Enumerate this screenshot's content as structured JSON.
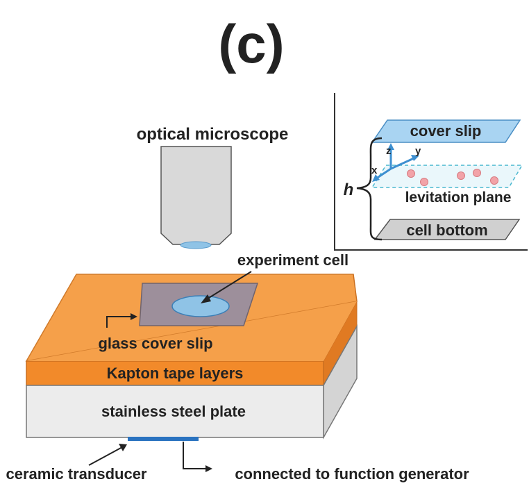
{
  "figure": {
    "panel_label": "(c)"
  },
  "labels": {
    "microscope": "optical microscope",
    "experiment_cell": "experiment cell",
    "glass_cover_slip": "glass cover slip",
    "kapton": "Kapton tape layers",
    "steel": "stainless steel plate",
    "transducer": "ceramic transducer",
    "generator": "connected to function generator"
  },
  "inset": {
    "cover_slip": "cover slip",
    "levitation_plane": "levitation plane",
    "cell_bottom": "cell bottom",
    "height": "h",
    "axis_x": "x",
    "axis_y": "y",
    "axis_z": "z"
  },
  "colors": {
    "kapton_top": "#f5a04a",
    "kapton_front": "#f28a2a",
    "steel_front": "#e9e9e9",
    "steel_side": "#d8d8d8",
    "cover_slip": "#9d8f9b",
    "cell": "#8fc3e6",
    "transducer": "#2a73c0",
    "inset_slip": "#a9d4f2",
    "axis": "#3d8fd0",
    "particle": "#f2a3a8"
  }
}
